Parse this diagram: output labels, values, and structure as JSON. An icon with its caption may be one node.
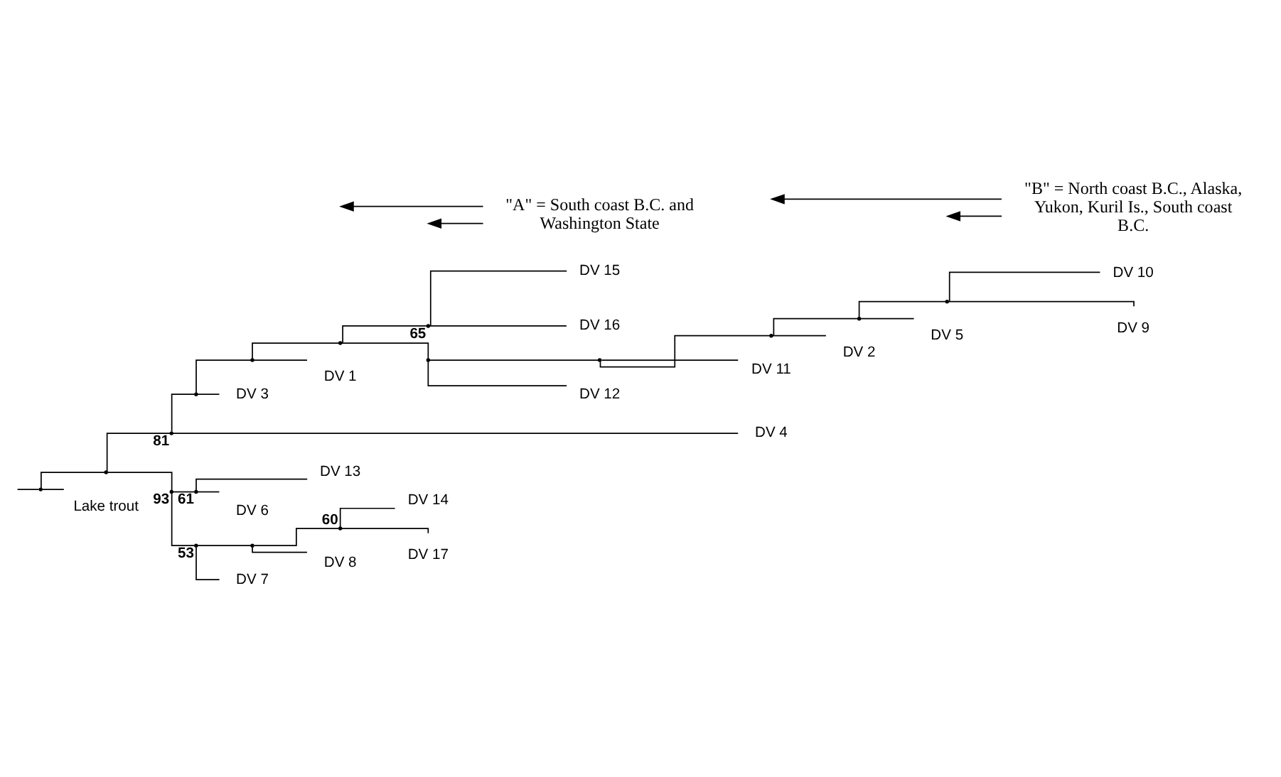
{
  "diagram": {
    "nodes": [
      {
        "text": [],
        "shape": "point"
      },
      {
        "text": [],
        "shape": "point"
      },
      {
        "text": [],
        "shape": "point",
        "beside": [
          "81"
        ]
      },
      {
        "text": [],
        "shape": "point"
      },
      {
        "text": [],
        "shape": "point"
      },
      {
        "text": [],
        "shape": "point"
      },
      {
        "text": [],
        "shape": "point",
        "beside": [
          "65"
        ]
      },
      {
        "text": [],
        "shape": "point"
      },
      {
        "text": [],
        "shape": "point"
      },
      {
        "text": [],
        "shape": "point"
      },
      {
        "text": [],
        "shape": "point"
      },
      {
        "text": [],
        "shape": "point"
      },
      {
        "text": [],
        "shape": "point",
        "beside": [
          "93"
        ]
      },
      {
        "text": [],
        "shape": "point",
        "beside": [
          "61"
        ]
      },
      {
        "text": [],
        "shape": "point",
        "beside": [
          "53"
        ]
      },
      {
        "text": [],
        "shape": "point"
      },
      {
        "text": [],
        "shape": "point",
        "beside": [
          "60"
        ]
      },
      {
        "text": [
          "DV 4"
        ]
      },
      {
        "text": [
          "DV 3"
        ]
      },
      {
        "text": [
          "DV 1"
        ]
      },
      {
        "text": [
          "DV 15"
        ]
      },
      {
        "text": [
          "DV 16"
        ]
      },
      {
        "text": [
          "DV 12"
        ]
      },
      {
        "text": [
          "DV 11"
        ]
      },
      {
        "text": [
          "DV 2"
        ]
      },
      {
        "text": [
          "DV 10"
        ]
      },
      {
        "text": [
          "DV 9"
        ]
      },
      {
        "text": [
          "DV 5"
        ]
      },
      {
        "text": [
          "DV 13"
        ]
      },
      {
        "text": [
          "DV 6"
        ]
      },
      {
        "text": [
          "DV 7"
        ]
      },
      {
        "text": [
          "DV 8"
        ]
      },
      {
        "text": [
          "DV 14"
        ]
      },
      {
        "text": [
          "DV 17"
        ]
      },
      {
        "text": [
          "Lake trout"
        ]
      },
      {
        "text": [
          "\"B\" = North coast B.C., Alaska, Yukon, Kuril Is., South coast B.C."
        ]
      },
      {
        "text": [
          "\"A\" = South coast B.C. and Washington State"
        ]
      }
    ],
    "edges": [
      {
        "from": null,
        "to": 0,
        "arrow": "none"
      },
      {
        "from": 0,
        "to": 1,
        "arrow": "none"
      },
      {
        "from": 0,
        "to": 34,
        "arrow": "none"
      },
      {
        "from": 1,
        "to": 2,
        "arrow": "none"
      },
      {
        "from": 1,
        "to": 12,
        "arrow": "none"
      },
      {
        "from": 2,
        "to": 17,
        "arrow": "none"
      },
      {
        "from": 2,
        "to": 3,
        "arrow": "none"
      },
      {
        "from": 3,
        "to": 18,
        "arrow": "none"
      },
      {
        "from": 3,
        "to": 4,
        "arrow": "none"
      },
      {
        "from": 4,
        "to": 19,
        "arrow": "none"
      },
      {
        "from": 4,
        "to": 5,
        "arrow": "none"
      },
      {
        "from": 5,
        "to": 6,
        "arrow": "none"
      },
      {
        "from": 5,
        "to": 7,
        "arrow": "none"
      },
      {
        "from": 6,
        "to": 20,
        "arrow": "none"
      },
      {
        "from": 6,
        "to": 21,
        "arrow": "none"
      },
      {
        "from": 7,
        "to": 22,
        "arrow": "none"
      },
      {
        "from": 7,
        "to": 8,
        "arrow": "none"
      },
      {
        "from": 8,
        "to": 23,
        "arrow": "none"
      },
      {
        "from": 8,
        "to": 9,
        "arrow": "none"
      },
      {
        "from": 9,
        "to": 24,
        "arrow": "none"
      },
      {
        "from": 9,
        "to": 10,
        "arrow": "none"
      },
      {
        "from": 10,
        "to": 11,
        "arrow": "none"
      },
      {
        "from": 10,
        "to": 27,
        "arrow": "none"
      },
      {
        "from": 11,
        "to": 25,
        "arrow": "none"
      },
      {
        "from": 11,
        "to": 26,
        "arrow": "none"
      },
      {
        "from": 12,
        "to": 13,
        "arrow": "none"
      },
      {
        "from": 12,
        "to": 14,
        "arrow": "none"
      },
      {
        "from": 13,
        "to": 28,
        "arrow": "none"
      },
      {
        "from": 13,
        "to": 29,
        "arrow": "none"
      },
      {
        "from": 14,
        "to": 30,
        "arrow": "none"
      },
      {
        "from": 14,
        "to": 15,
        "arrow": "none"
      },
      {
        "from": 15,
        "to": 31,
        "arrow": "none"
      },
      {
        "from": 15,
        "to": 16,
        "arrow": "none"
      },
      {
        "from": 16,
        "to": 32,
        "arrow": "none"
      },
      {
        "from": 16,
        "to": 33,
        "arrow": "none"
      },
      {
        "from": 35,
        "to": null,
        "arrow": "to"
      },
      {
        "from": 35,
        "to": null,
        "arrow": "to"
      },
      {
        "from": 36,
        "to": null,
        "arrow": "to"
      },
      {
        "from": 36,
        "to": null,
        "arrow": "to"
      }
    ]
  }
}
